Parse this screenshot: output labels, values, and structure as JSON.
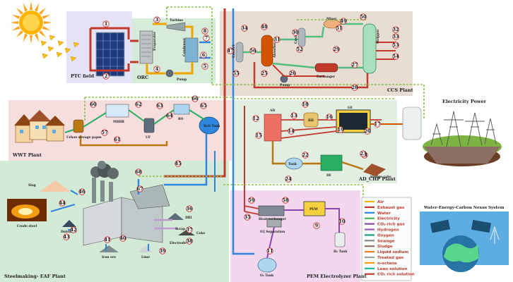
{
  "regions": {
    "ptc": "PTC field",
    "orc": "ORC",
    "ccs": "CCS Plant",
    "wwt": "WWT Plant",
    "adchp": "AD_CHP Plant",
    "eaf": "Steelmaking- EAF Plant",
    "pem": "PEM Electrolyzer Plant"
  },
  "components": {
    "evaporator": "Evaporator",
    "turbine": "Turbine",
    "condenser": "Condenser",
    "pump_orc": "Pump",
    "cooler1": "Cooler1",
    "absorber": "Absorber",
    "cooler2": "Cooler2",
    "mixer": "Mixer",
    "stripper": "Stripper",
    "exchanger": "Exchanger",
    "pump_ccs": "Pump",
    "urban_sewage": "Urban sewage papm",
    "mbbr": "MBBR",
    "uf": "UF",
    "ro": "RO",
    "h2o_tank": "H₂O Tank",
    "ad": "AD",
    "bh": "BH",
    "ge": "GE",
    "tank": "Tank",
    "df": "DF",
    "sludge_cake": "Sludge cake",
    "heat_exchanger": "Heat exchanger",
    "o2_separation": "O2 Separation",
    "pem": "PEM",
    "h2_tank": "H₂ Tank",
    "o2_tank": "O₂ Tank",
    "slag": "Slag",
    "crude_steel": "Crude steel",
    "dolomite": "Dolomite",
    "iron_ore": "Iron ore",
    "lime": "Lime",
    "electrode": "Electrode",
    "coke": "Coke",
    "scrap": "Scrap",
    "dri": "DRI"
  },
  "titles": {
    "electricity_power": "Electricity Power",
    "wecn": "Water-Energy-Carbon Nexus System"
  },
  "legend": [
    {
      "label": "Air",
      "color": "#e6b800"
    },
    {
      "label": "Exhaust gas",
      "color": "#c0392b"
    },
    {
      "label": "Water",
      "color": "#2e86de"
    },
    {
      "label": "Electricity",
      "color": "#4caf50"
    },
    {
      "label": "CO₂-rich gas",
      "color": "#8e44ad"
    },
    {
      "label": "Hydrogen",
      "color": "#9b59b6"
    },
    {
      "label": "Oxygen",
      "color": "#16a085"
    },
    {
      "label": "Sewage",
      "color": "#7f8c8d"
    },
    {
      "label": "Sludge",
      "color": "#8d6e63"
    },
    {
      "label": "Liquid sodium",
      "color": "#e67e22"
    },
    {
      "label": "Treated gas",
      "color": "#95a5a6"
    },
    {
      "label": "n-octane",
      "color": "#f39c12"
    },
    {
      "label": "Lean solution",
      "color": "#1abc9c"
    },
    {
      "label": "CO₂ rich solution",
      "color": "#c0392b"
    }
  ],
  "stream_numbers": [
    "1",
    "2",
    "3",
    "4",
    "5",
    "6",
    "7",
    "8",
    "9",
    "10",
    "11",
    "12",
    "13",
    "14",
    "15",
    "16",
    "17",
    "18",
    "19",
    "20",
    "21",
    "22",
    "23",
    "24",
    "25",
    "26",
    "27",
    "28",
    "29",
    "30",
    "31",
    "32",
    "33",
    "34",
    "35",
    "36",
    "37",
    "38",
    "39",
    "40",
    "41",
    "42",
    "43",
    "44",
    "45",
    "46",
    "47",
    "48",
    "49",
    "50",
    "51",
    "52",
    "53",
    "54",
    "55",
    "56",
    "57",
    "58",
    "59",
    "60",
    "61",
    "62",
    "63",
    "64",
    "65",
    "66",
    "67",
    "68"
  ]
}
